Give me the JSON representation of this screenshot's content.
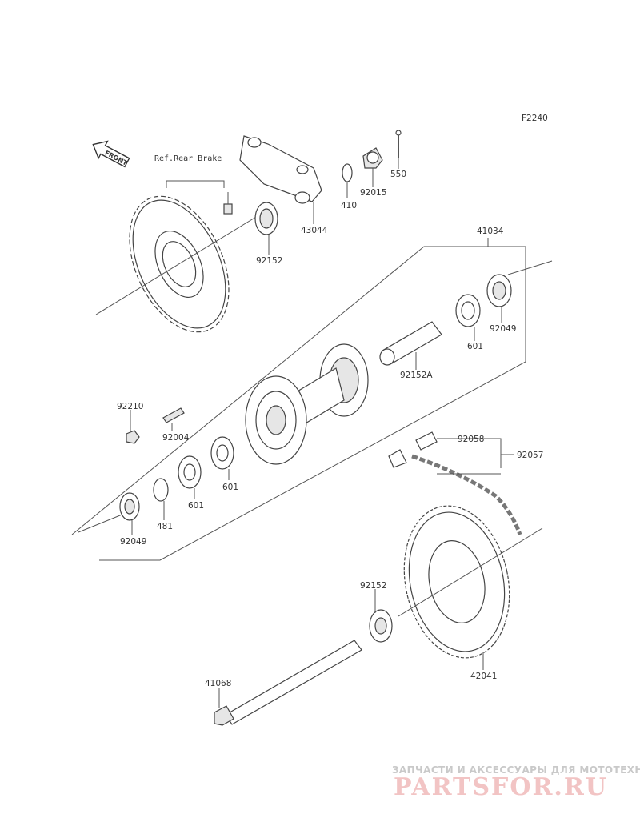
{
  "figure_code": "F2240",
  "front_arrow_text": "FRONT",
  "ref_note": "Ref.Rear Brake",
  "labels": {
    "p550": "550",
    "p410": "410",
    "p92015": "92015",
    "p43044": "43044",
    "p92152_top": "92152",
    "p41034": "41034",
    "p92049_right": "92049",
    "p601_right": "601",
    "p92152A": "92152A",
    "p92210": "92210",
    "p92004": "92004",
    "p601_mid": "601",
    "p601_left": "601",
    "p481": "481",
    "p92049_left": "92049",
    "p92058": "92058",
    "p92057": "92057",
    "p92152_low": "92152",
    "p42041": "42041",
    "p41068": "41068"
  },
  "watermark": {
    "line": "ЗАПЧАСТИ И АКСЕССУАРЫ ДЛЯ МОТОТЕХНИКИ",
    "brand": "PARTSFOR.RU"
  },
  "colors": {
    "line": "#444444",
    "watermark_brand": "#f2c4c4",
    "watermark_text": "#c9c9c9"
  }
}
